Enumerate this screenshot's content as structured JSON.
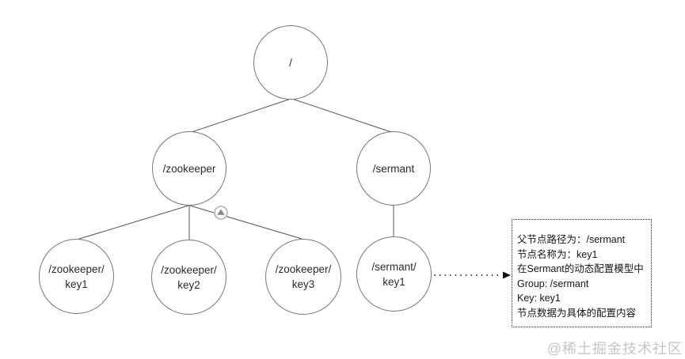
{
  "diagram": {
    "title": "zookeeper-config-node-tree",
    "nodes": {
      "root": {
        "label": "/"
      },
      "zookeeper": {
        "label": "/zookeeper"
      },
      "sermant": {
        "label": "/sermant"
      },
      "zookeeper_key1": {
        "line1": "/zookeeper/",
        "line2": "key1"
      },
      "zookeeper_key2": {
        "line1": "/zookeeper/",
        "line2": "key2"
      },
      "zookeeper_key3": {
        "line1": "/zookeeper/",
        "line2": "key3"
      },
      "sermant_key1": {
        "line1": "/sermant/",
        "line2": "key1"
      }
    },
    "annotation": {
      "lines": [
        "父节点路径为：/sermant",
        "节点名称为：key1",
        "在Sermant的动态配置模型中",
        "Group: /sermant",
        "Key: key1",
        "节点数据为具体的配置内容"
      ]
    },
    "watermark": "@稀土掘金技术社区",
    "colors": {
      "node_stroke": "#787878",
      "edge": "#555555",
      "annotation_border": "#2a2a2a",
      "arrow": "#111111",
      "watermark": "#c6c6c6",
      "handle_stroke": "#b0b0b0",
      "handle_triangle": "#848484"
    }
  }
}
